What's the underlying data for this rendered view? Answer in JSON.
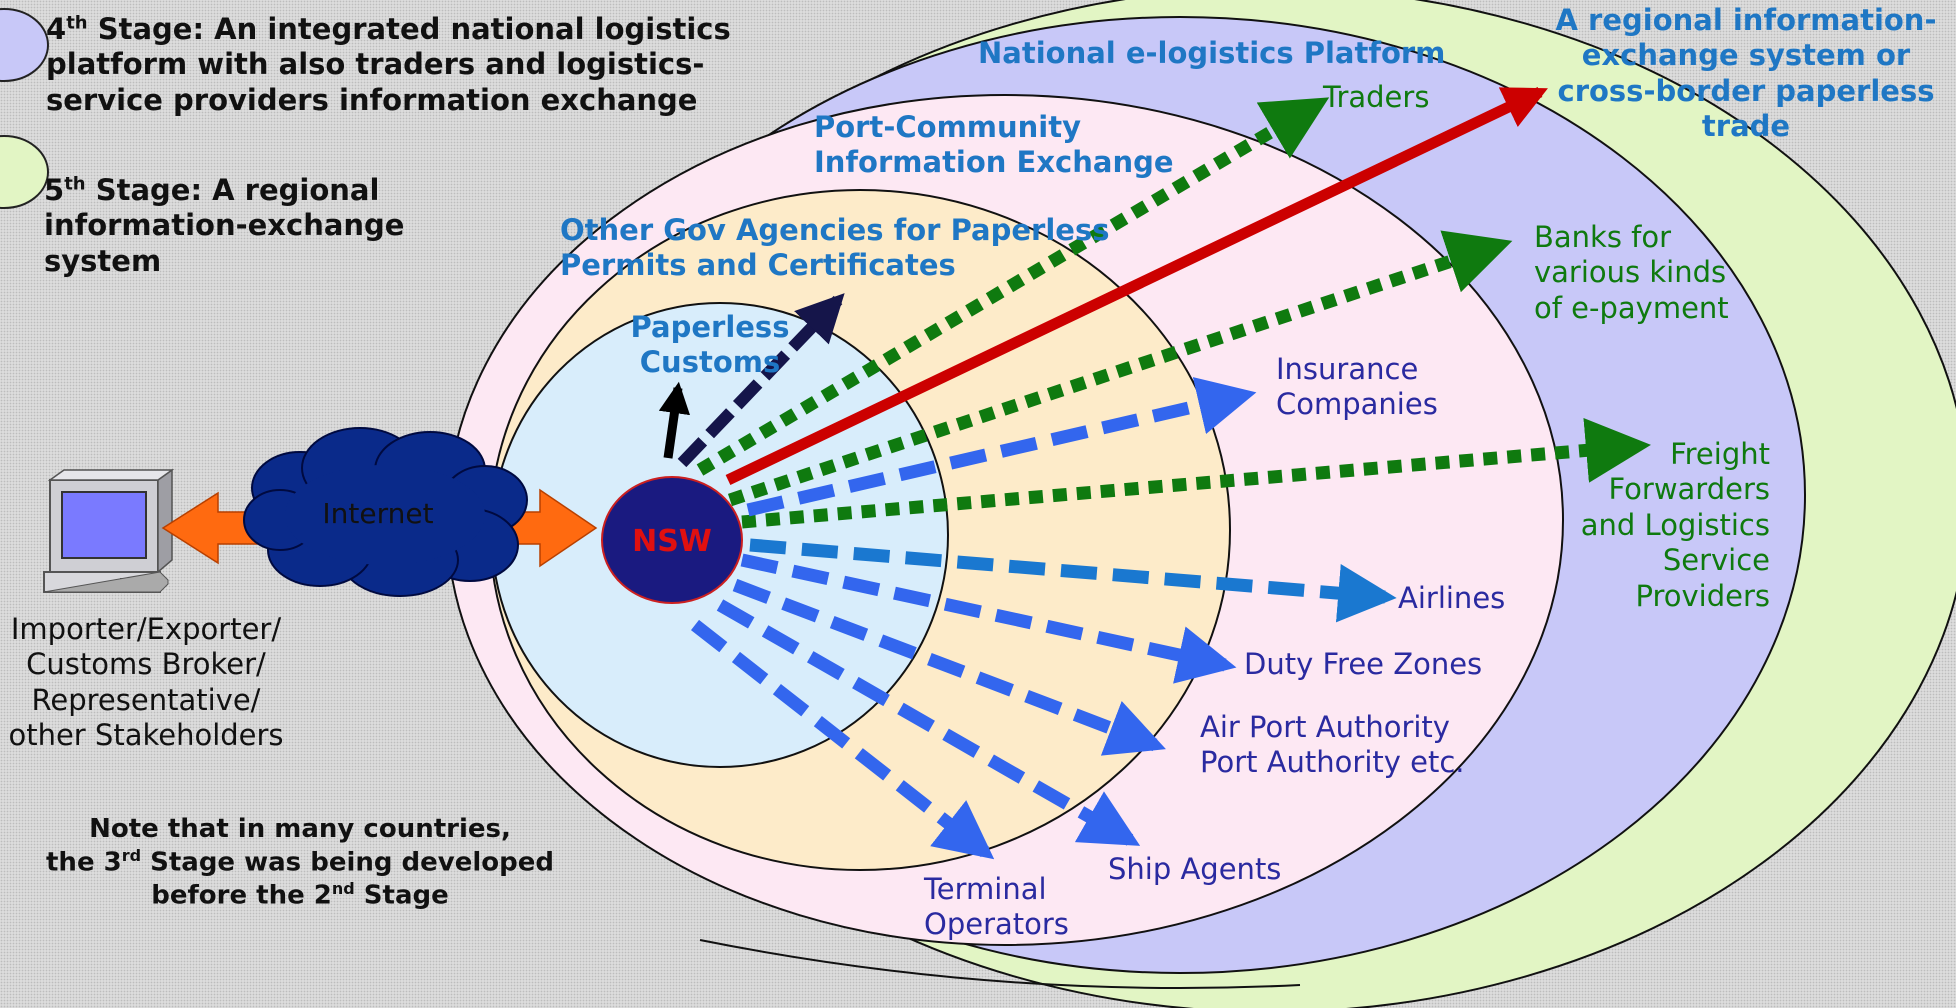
{
  "stages": {
    "stage4": {
      "num": "4",
      "sup": "th",
      "text": " Stage: An integrated national logistics platform with also traders and logistics-service providers information exchange"
    },
    "stage5": {
      "num": "5",
      "sup": "th",
      "text": " Stage: A regional information-exchange system"
    }
  },
  "rings": {
    "regional": "A regional information-exchange system or cross-border paperless trade",
    "national": "National e-logistics Platform",
    "port_community": "Port-Community Information Exchange",
    "other_gov": "Other Gov Agencies for Paperless Permits and Certificates",
    "customs": "Paperless Customs"
  },
  "center": {
    "label": "NSW"
  },
  "internet": {
    "label": "Internet"
  },
  "user": {
    "label": "Importer/Exporter/ Customs Broker/ Representative/ other Stakeholders"
  },
  "note": {
    "line1": "Note that in many countries,",
    "line2a": "the 3",
    "line2sup": "rd",
    "line2b": " Stage was being developed",
    "line3a": "before the 2",
    "line3sup": "nd",
    "line3b": " Stage"
  },
  "targets": {
    "traders": "Traders",
    "banks": "Banks for various kinds of e-payment",
    "insurance": "Insurance Companies",
    "freight": "Freight Forwarders and Logistics Service Providers",
    "airlines": "Airlines",
    "duty_free": "Duty Free Zones",
    "airport": "Air Port Authority Port Authority etc.",
    "ship_agents": "Ship Agents",
    "terminal": "Terminal Operators"
  },
  "colors": {
    "green_ring": "#e2f5c4",
    "lavender_ring": "#c8c8f8",
    "pink_ring": "#fde8f3",
    "beige_ring": "#fdebc9",
    "customs_ring": "#d8edfb",
    "nsw_fill": "#1a1a80",
    "nsw_text": "#e01010",
    "red_arrow": "#cc0000",
    "green_arrow": "#0f7a0f",
    "blue_arrow": "#3366ee",
    "navy_arrow": "#15154a",
    "orange_arrow": "#ff6a10",
    "cloud": "#0a2a8a"
  }
}
